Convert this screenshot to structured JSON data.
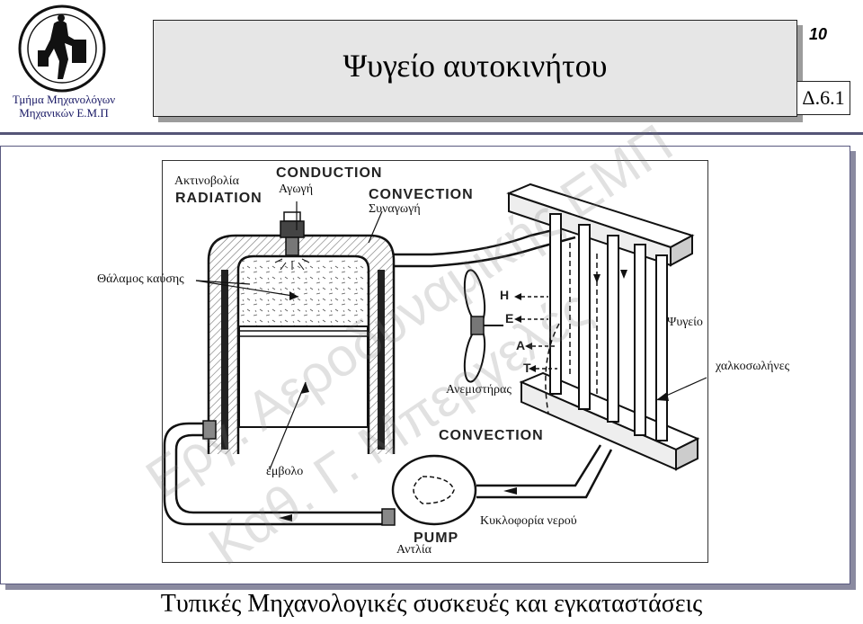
{
  "header": {
    "department": [
      "Τμήμα Μηχανολόγων",
      "Μηχανικών Ε.Μ.Π"
    ],
    "title": "Ψυγείο αυτοκινήτου",
    "page_number": "10",
    "section": "Δ.6.1"
  },
  "diagram": {
    "captions_en": {
      "conduction": "CONDUCTION",
      "radiation": "RADIATION",
      "convection_top": "CONVECTION",
      "convection_bottom": "CONVECTION",
      "pump": "PUMP"
    },
    "heat_letters": [
      "H",
      "E",
      "A",
      "T"
    ],
    "labels_gr": {
      "radiation": "Ακτινοβολία",
      "conduction": "Αγωγή",
      "convection": "Συναγωγή",
      "combustion_chamber": "Θάλαμος καύσης",
      "radiator": "Ψυγείο",
      "copper_tubes": "χαλκοσωλήνες",
      "fan": "Ανεμιστήρας",
      "piston": "έμβολο",
      "water_circulation": "Κυκλοφορία νερού",
      "pump": "Αντλία"
    }
  },
  "watermark": [
    "Εργ. Αεροδυναμικής ΕΜΠ",
    "Καθ. Γ. Μπεργελές"
  ],
  "footer": "Τυπικές Μηχανολογικές συσκευές και εγκαταστάσεις",
  "colors": {
    "title_box": "#e6e6e6",
    "frame_border": "#5a5a80",
    "text": "#000000"
  }
}
